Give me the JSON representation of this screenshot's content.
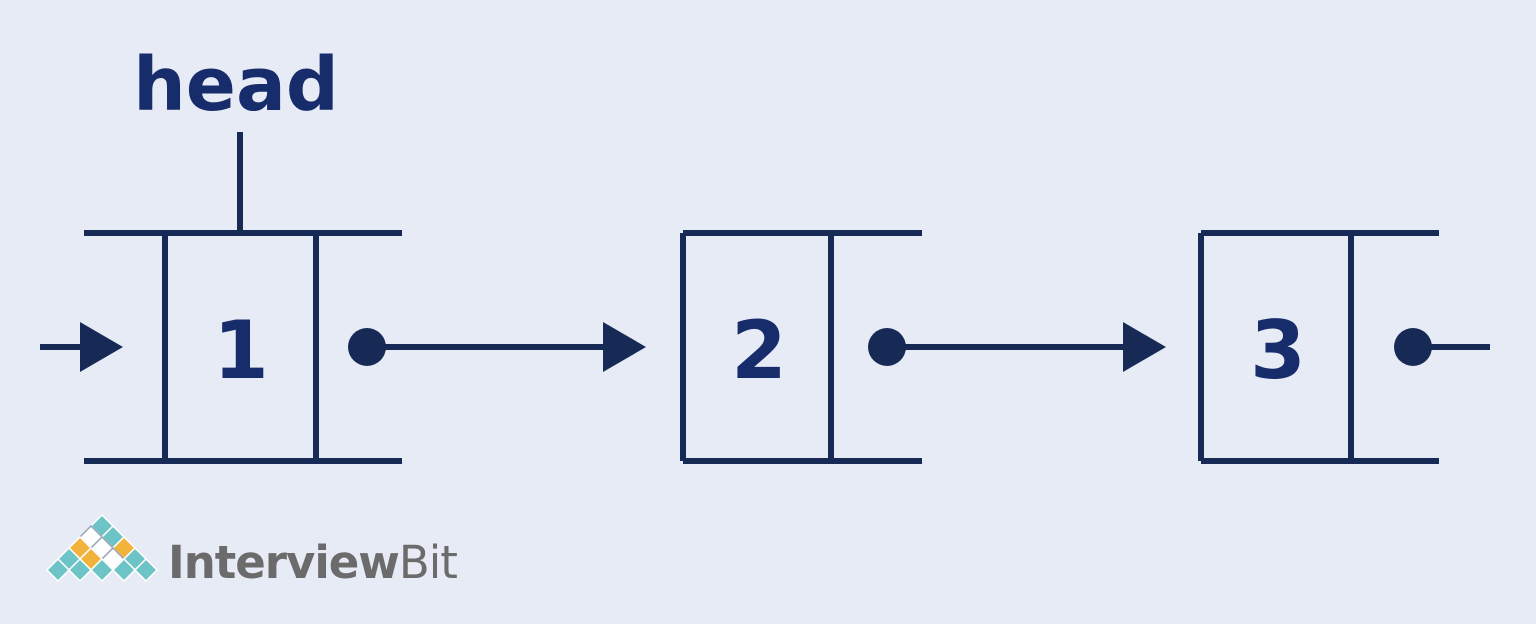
{
  "diagram": {
    "head_label": "head",
    "nodes": [
      {
        "value": "1"
      },
      {
        "value": "2"
      },
      {
        "value": "3"
      }
    ]
  },
  "logo": {
    "text_regular": "Interview",
    "text_light": "Bit",
    "colors": {
      "teal": "#6cc4c7",
      "orange": "#f2b33d",
      "outline": "#4b6e8a"
    }
  },
  "colors": {
    "background": "#e7ebf6",
    "line": "#172a55",
    "text": "#162c6b"
  }
}
